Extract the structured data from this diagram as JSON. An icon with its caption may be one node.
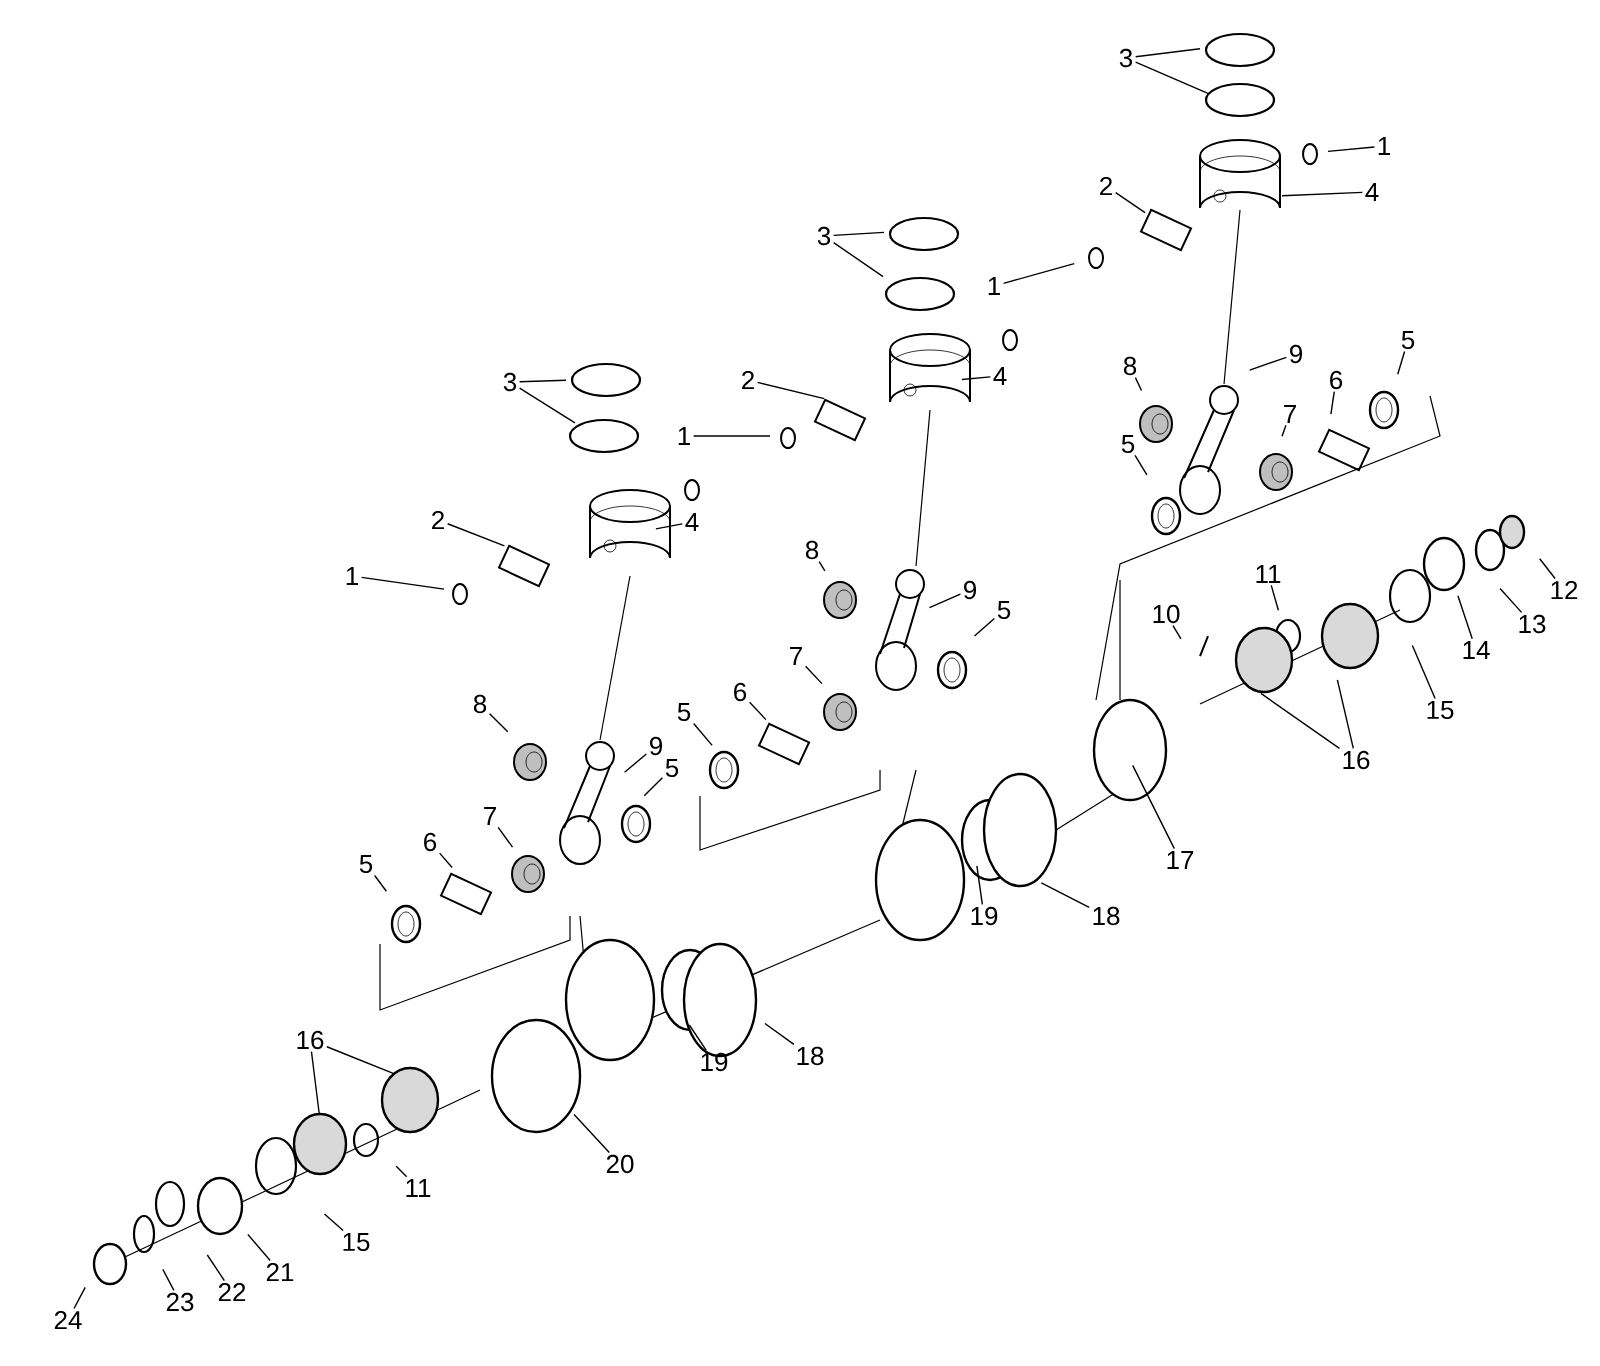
{
  "diagram": {
    "nodes": [
      {
        "text": [
          "3"
        ]
      },
      {
        "text": [
          "1"
        ]
      },
      {
        "text": [
          "2"
        ]
      },
      {
        "text": [
          "4"
        ]
      },
      {
        "text": [
          "8"
        ]
      },
      {
        "text": [
          "9"
        ]
      },
      {
        "text": [
          "7"
        ]
      },
      {
        "text": [
          "6"
        ]
      },
      {
        "text": [
          "5"
        ]
      },
      {
        "text": [
          "5"
        ]
      },
      {
        "text": [
          "10"
        ]
      },
      {
        "text": [
          "11"
        ]
      },
      {
        "text": [
          "12"
        ]
      },
      {
        "text": [
          "13"
        ]
      },
      {
        "text": [
          "14"
        ]
      },
      {
        "text": [
          "15"
        ]
      },
      {
        "text": [
          "16"
        ]
      },
      {
        "text": [
          "17"
        ]
      },
      {
        "text": [
          "18"
        ]
      },
      {
        "text": [
          "19"
        ]
      },
      {
        "text": [
          "3"
        ]
      },
      {
        "text": [
          "2"
        ]
      },
      {
        "text": [
          "1"
        ]
      },
      {
        "text": [
          "4"
        ]
      },
      {
        "text": [
          "1"
        ]
      },
      {
        "text": [
          "8"
        ]
      },
      {
        "text": [
          "9"
        ]
      },
      {
        "text": [
          "5"
        ]
      },
      {
        "text": [
          "7"
        ]
      },
      {
        "text": [
          "6"
        ]
      },
      {
        "text": [
          "5"
        ]
      },
      {
        "text": [
          "3"
        ]
      },
      {
        "text": [
          "2"
        ]
      },
      {
        "text": [
          "1"
        ]
      },
      {
        "text": [
          "4"
        ]
      },
      {
        "text": [
          "8"
        ]
      },
      {
        "text": [
          "9"
        ]
      },
      {
        "text": [
          "5"
        ]
      },
      {
        "text": [
          "7"
        ]
      },
      {
        "text": [
          "6"
        ]
      },
      {
        "text": [
          "5"
        ]
      },
      {
        "text": [
          "19"
        ]
      },
      {
        "text": [
          "18"
        ]
      },
      {
        "text": [
          "20"
        ]
      },
      {
        "text": [
          "16"
        ]
      },
      {
        "text": [
          "11"
        ]
      },
      {
        "text": [
          "15"
        ]
      },
      {
        "text": [
          "21"
        ]
      },
      {
        "text": [
          "22"
        ]
      },
      {
        "text": [
          "23"
        ]
      },
      {
        "text": [
          "24"
        ]
      }
    ],
    "edges": [
      {
        "from": 0,
        "to": null,
        "arrow": "none"
      },
      {
        "from": 0,
        "to": null,
        "arrow": "none"
      },
      {
        "from": 1,
        "to": null,
        "arrow": "none"
      },
      {
        "from": 2,
        "to": null,
        "arrow": "none"
      },
      {
        "from": 3,
        "to": null,
        "arrow": "none"
      },
      {
        "from": 4,
        "to": null,
        "arrow": "none"
      },
      {
        "from": 5,
        "to": null,
        "arrow": "none"
      },
      {
        "from": 6,
        "to": null,
        "arrow": "none"
      },
      {
        "from": 7,
        "to": null,
        "arrow": "none"
      },
      {
        "from": 8,
        "to": null,
        "arrow": "none"
      },
      {
        "from": 9,
        "to": null,
        "arrow": "none"
      },
      {
        "from": 10,
        "to": null,
        "arrow": "none"
      },
      {
        "from": 11,
        "to": null,
        "arrow": "none"
      },
      {
        "from": 12,
        "to": null,
        "arrow": "none"
      },
      {
        "from": 13,
        "to": null,
        "arrow": "none"
      },
      {
        "from": 14,
        "to": null,
        "arrow": "none"
      },
      {
        "from": 15,
        "to": null,
        "arrow": "none"
      },
      {
        "from": 16,
        "to": null,
        "arrow": "none"
      },
      {
        "from": 16,
        "to": null,
        "arrow": "none"
      },
      {
        "from": 17,
        "to": null,
        "arrow": "none"
      },
      {
        "from": 18,
        "to": null,
        "arrow": "none"
      },
      {
        "from": 19,
        "to": null,
        "arrow": "none"
      },
      {
        "from": 20,
        "to": null,
        "arrow": "none"
      },
      {
        "from": 20,
        "to": null,
        "arrow": "none"
      },
      {
        "from": 21,
        "to": null,
        "arrow": "none"
      },
      {
        "from": 22,
        "to": null,
        "arrow": "none"
      },
      {
        "from": 23,
        "to": null,
        "arrow": "none"
      },
      {
        "from": 24,
        "to": null,
        "arrow": "none"
      },
      {
        "from": 25,
        "to": null,
        "arrow": "none"
      },
      {
        "from": 26,
        "to": null,
        "arrow": "none"
      },
      {
        "from": 27,
        "to": null,
        "arrow": "none"
      },
      {
        "from": 28,
        "to": null,
        "arrow": "none"
      },
      {
        "from": 29,
        "to": null,
        "arrow": "none"
      },
      {
        "from": 30,
        "to": null,
        "arrow": "none"
      },
      {
        "from": 31,
        "to": null,
        "arrow": "none"
      },
      {
        "from": 31,
        "to": null,
        "arrow": "none"
      },
      {
        "from": 32,
        "to": null,
        "arrow": "none"
      },
      {
        "from": 33,
        "to": null,
        "arrow": "none"
      },
      {
        "from": 34,
        "to": null,
        "arrow": "none"
      },
      {
        "from": 35,
        "to": null,
        "arrow": "none"
      },
      {
        "from": 36,
        "to": null,
        "arrow": "none"
      },
      {
        "from": 37,
        "to": null,
        "arrow": "none"
      },
      {
        "from": 38,
        "to": null,
        "arrow": "none"
      },
      {
        "from": 39,
        "to": null,
        "arrow": "none"
      },
      {
        "from": 40,
        "to": null,
        "arrow": "none"
      },
      {
        "from": 41,
        "to": null,
        "arrow": "none"
      },
      {
        "from": 42,
        "to": null,
        "arrow": "none"
      },
      {
        "from": 43,
        "to": null,
        "arrow": "none"
      },
      {
        "from": 44,
        "to": null,
        "arrow": "none"
      },
      {
        "from": 44,
        "to": null,
        "arrow": "none"
      },
      {
        "from": 45,
        "to": null,
        "arrow": "none"
      },
      {
        "from": 46,
        "to": null,
        "arrow": "none"
      },
      {
        "from": 47,
        "to": null,
        "arrow": "none"
      },
      {
        "from": 48,
        "to": null,
        "arrow": "none"
      },
      {
        "from": 49,
        "to": null,
        "arrow": "none"
      },
      {
        "from": 50,
        "to": null,
        "arrow": "none"
      }
    ]
  }
}
